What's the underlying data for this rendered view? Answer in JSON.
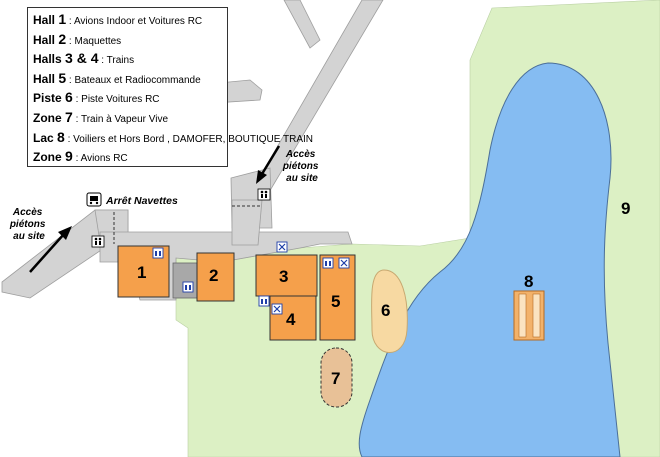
{
  "legend": [
    {
      "key": "Hall",
      "num": "1",
      "desc": " : Avions Indoor et Voitures RC"
    },
    {
      "key": "Hall",
      "num": "2",
      "desc": " : Maquettes"
    },
    {
      "key": "Halls",
      "num": "3 & 4",
      "desc": " : Trains"
    },
    {
      "key": "Hall",
      "num": "5",
      "desc": " : Bateaux et Radiocommande"
    },
    {
      "key": "Piste",
      "num": "6",
      "desc": " : Piste Voitures RC"
    },
    {
      "key": "Zone",
      "num": "7",
      "desc": " : Train à Vapeur Vive"
    },
    {
      "key": "Lac",
      "num": "8",
      "desc": " : Voiliers et Hors Bord , DAMOFER, BOUTIQUE  TRAIN"
    },
    {
      "key": "Zone",
      "num": "9",
      "desc": " : Avions RC"
    }
  ],
  "labels": {
    "hall1": "1",
    "hall2": "2",
    "hall3": "3",
    "hall4": "4",
    "hall5": "5",
    "piste6": "6",
    "zone7": "7",
    "lac8": "8",
    "zone9": "9",
    "shuttle": "Arrêt Navettes",
    "access_left": [
      "Accès",
      "piétons",
      "au site"
    ],
    "access_top": [
      "Accès",
      "piétons",
      "au site"
    ]
  },
  "colors": {
    "grass": "#dcf0c4",
    "lake": "#85bcf2",
    "road": "#d3d3d3",
    "hall": "#f5a04b",
    "sand": "#f7d9a2",
    "zone7": "#e8c197"
  },
  "icons": [
    "restroom-icon",
    "restaurant-icon",
    "bus-stop-icon",
    "family-icon",
    "arrow-icon"
  ]
}
